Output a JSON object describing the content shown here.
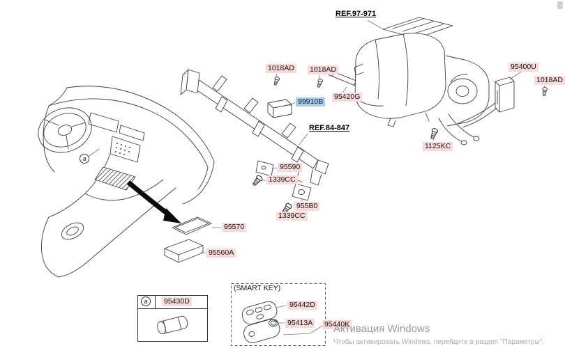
{
  "refs": {
    "ref97": "REF.97-971",
    "ref84": "REF.84-847"
  },
  "labels": {
    "b1018ad_1": "1018AD",
    "b1018ad_2": "1018AD",
    "b1018ad_3": "1018AD",
    "p95420g": "95420G",
    "p99910b": "99910B",
    "p95400u": "95400U",
    "p1125kc": "1125KC",
    "p95590": "95590",
    "p1339cc_1": "1339CC",
    "p955b0": "955B0",
    "p1339cc_2": "1339CC",
    "p95570": "95570",
    "p95560a": "95560A",
    "p95430d": "95430D",
    "p95442d": "95442D",
    "p95413a": "95413A",
    "p95440k": "95440K"
  },
  "markers": {
    "dashboard": "a",
    "inset": "a"
  },
  "smart_key_box": {
    "title": "(SMART KEY)"
  },
  "watermark": {
    "title": "Активация Windows",
    "subtitle": "Чтобы активировать Windows, перейдите в раздел \"Параметры\"."
  },
  "colors": {
    "label_pink_bg": "#f9dada",
    "label_blue_bg": "#a6cdef",
    "line_art": "#3c3c3c"
  }
}
